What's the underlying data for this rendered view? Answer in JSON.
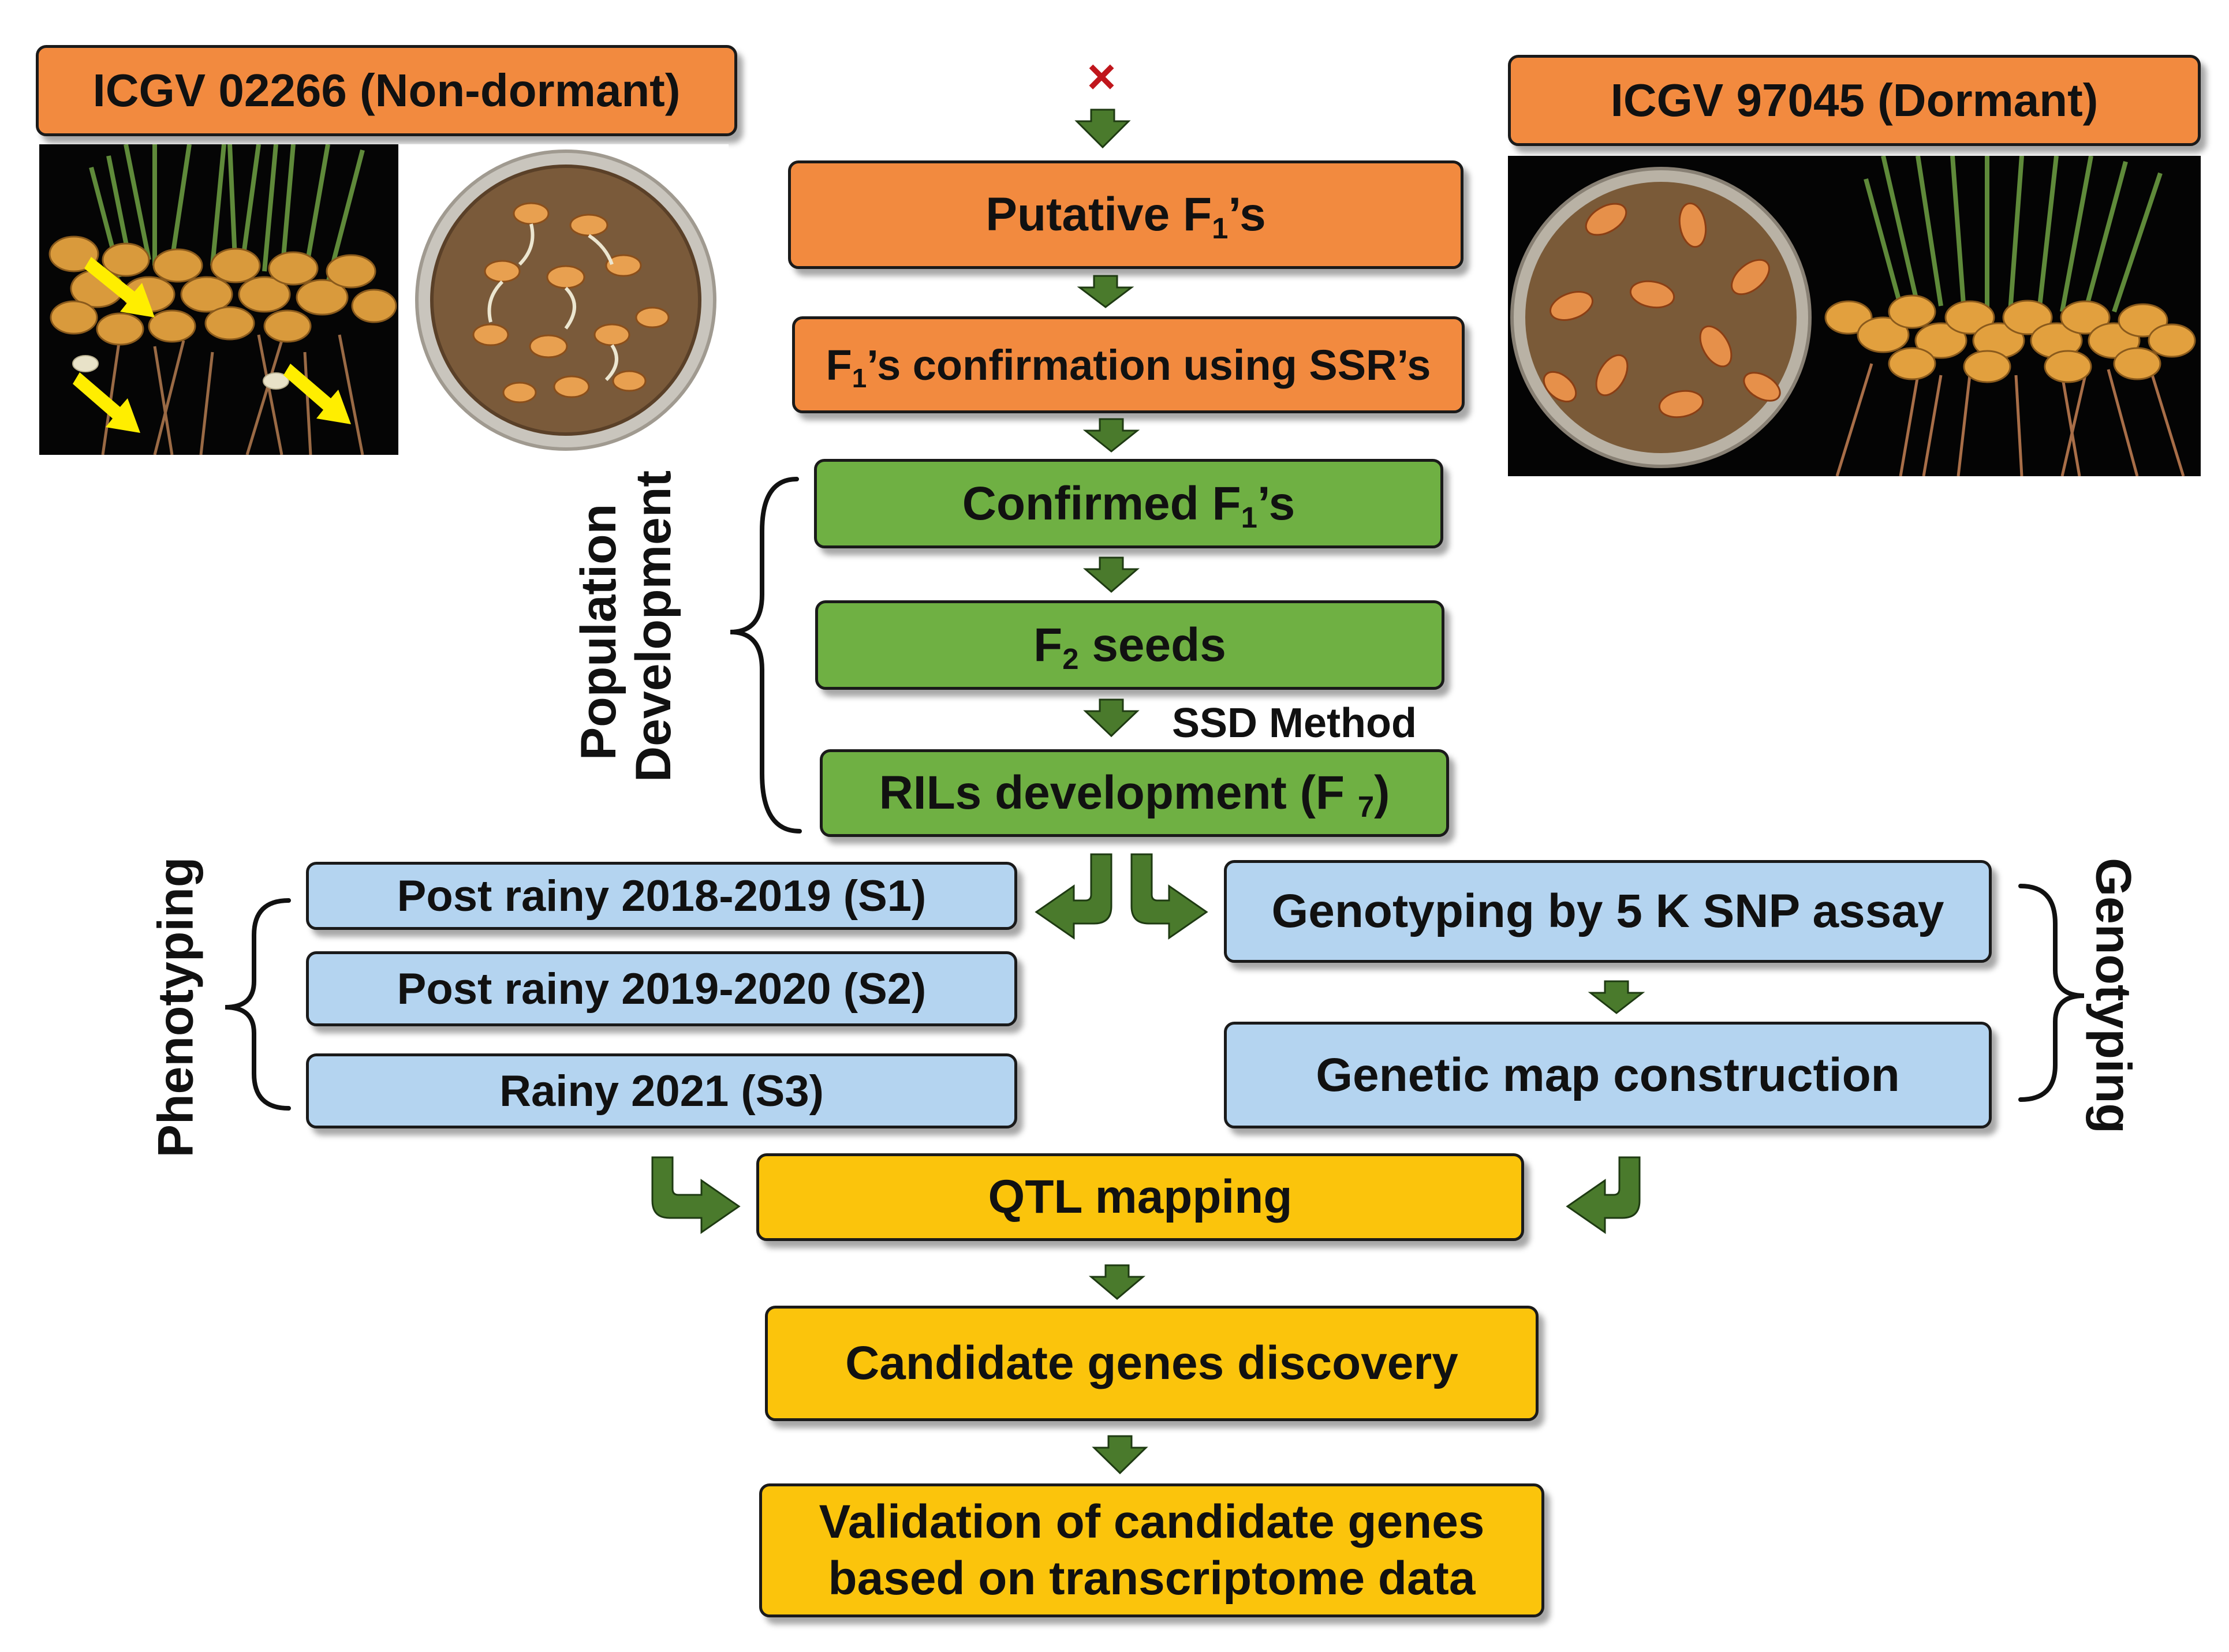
{
  "parents": {
    "left": {
      "label": "ICGV 02266 (Non-dormant)"
    },
    "right": {
      "label": "ICGV 97045 (Dormant)"
    }
  },
  "cross_symbol": "×",
  "flow": {
    "putative_f1": {
      "pre": "Putative F",
      "sub": "1",
      "post": "’s"
    },
    "f1_confirmation": {
      "pre": "F",
      "sub": "1",
      "post": "’s confirmation using SSR’s"
    },
    "confirmed_f1": {
      "pre": "Confirmed F",
      "sub": "1",
      "post": "’s"
    },
    "f2_seeds": {
      "pre": "F",
      "sub": "2",
      "post": " seeds"
    },
    "ssd_method": "SSD Method",
    "rils": {
      "pre": "RILs development (F ",
      "sub": "7",
      "post": ")"
    },
    "qtl_mapping": "QTL mapping",
    "candidate_genes": "Candidate genes discovery",
    "validation": {
      "line1": "Validation of candidate genes",
      "line2": "based on transcriptome data"
    }
  },
  "population_development": {
    "line1": "Population",
    "line2": "Development"
  },
  "phenotyping": {
    "label": "Phenotyping",
    "items": [
      "Post rainy 2018-2019 (S1)",
      "Post rainy 2019-2020 (S2)",
      "Rainy 2021 (S3)"
    ]
  },
  "genotyping": {
    "label": "Genotyping",
    "items": [
      "Genotyping by 5 K SNP assay",
      "Genetic map construction"
    ]
  },
  "colors": {
    "orange": "#f28a3f",
    "green": "#6fb043",
    "blue": "#b4d4f0",
    "yellow": "#fbc40c",
    "arrow": "#4a7a2c",
    "cross": "#c0161c",
    "indicator_arrow": "#ffee00"
  }
}
